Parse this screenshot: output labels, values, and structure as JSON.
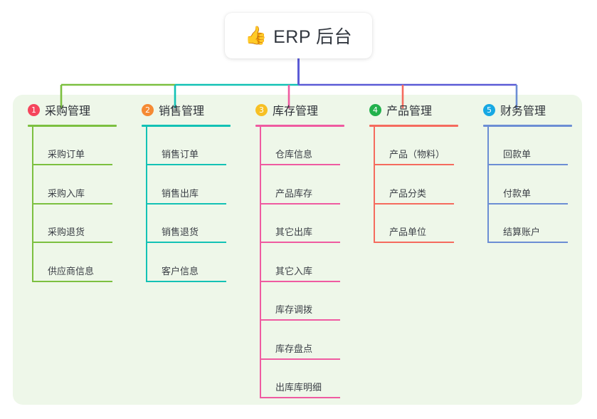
{
  "root": {
    "icon": "thumbs-up-emoji",
    "emoji": "👍",
    "title": "ERP 后台"
  },
  "panel": {
    "background_color": "#eef7e9"
  },
  "colors": {
    "root_connector": "#5b5bd6",
    "branch_1": "#7cc040",
    "branch_2": "#13c2b5",
    "branch_3": "#ef5ba1",
    "branch_4": "#f56b5e",
    "branch_5": "#6c8ed4",
    "badge_1": "#f5455c",
    "badge_2": "#f58a34",
    "badge_3": "#f7c024",
    "badge_4": "#22b14c",
    "badge_5": "#17a8e3"
  },
  "columns": [
    {
      "number": "1",
      "title": "采购管理",
      "badge_color": "#f5455c",
      "line_color": "#7cc040",
      "items": [
        "采购订单",
        "采购入库",
        "采购退货",
        "供应商信息"
      ]
    },
    {
      "number": "2",
      "title": "销售管理",
      "badge_color": "#f58a34",
      "line_color": "#13c2b5",
      "items": [
        "销售订单",
        "销售出库",
        "销售退货",
        "客户信息"
      ]
    },
    {
      "number": "3",
      "title": "库存管理",
      "badge_color": "#f7c024",
      "line_color": "#ef5ba1",
      "items": [
        "仓库信息",
        "产品库存",
        "其它出库",
        "其它入库",
        "库存调拨",
        "库存盘点",
        "出库库明细"
      ]
    },
    {
      "number": "4",
      "title": "产品管理",
      "badge_color": "#22b14c",
      "line_color": "#f56b5e",
      "items": [
        "产品（物料）",
        "产品分类",
        "产品单位"
      ]
    },
    {
      "number": "5",
      "title": "财务管理",
      "badge_color": "#17a8e3",
      "line_color": "#6c8ed4",
      "items": [
        "回款单",
        "付款单",
        "结算账户"
      ]
    }
  ]
}
